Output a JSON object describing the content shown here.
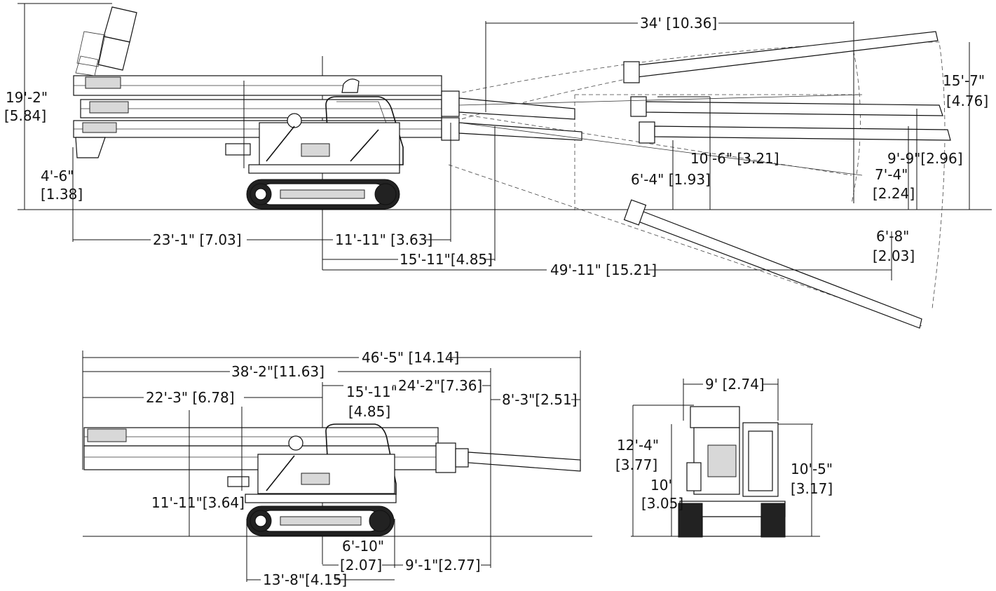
{
  "side_view": {
    "overall_height": "19'-2\"",
    "overall_height_m": "[5.84]",
    "boom_base_height": "4'-6\"",
    "boom_base_height_m": "[1.38]",
    "rear_reach": "23'-1\" [7.03]",
    "front_reach_1": "11'-11\" [3.63]",
    "front_reach_2": "15'-11\"[4.85]",
    "max_reach": "49'-11\" [15.21]",
    "telescope_travel": "34' [10.36]",
    "height_upper": "15'-7\"",
    "height_upper_m": "[4.76]",
    "height_mid": "10'-6\" [3.21]",
    "height_low": "6'-4\" [1.93]",
    "height_mid_right": "9'-9\"[2.96]",
    "height_7ft": "7'-4\"",
    "height_7ft_m": "[2.24]",
    "depth_below": "6'-8\"",
    "depth_below_m": "[2.03]"
  },
  "transport_view": {
    "overall_length": "46'-5\" [14.14]",
    "length_38": "38'-2\"[11.63]",
    "length_22": "22'-3\" [6.78]",
    "length_15": "15'-11\"",
    "length_15_m": "[4.85]",
    "length_24": "24'-2\"[7.36]",
    "length_8": "8'-3\"[2.51]",
    "height_11": "11'-11\"[3.64]",
    "track_6": "6'-10\"",
    "track_6_m": "[2.07]",
    "track_9": "9'-1\"[2.77]",
    "track_13": "13'-8\"[4.15]"
  },
  "front_view": {
    "width": "9' [2.74]",
    "height_12": "12'-4\"",
    "height_12_m": "[3.77]",
    "height_10": "10'",
    "height_10_m": "[3.05]",
    "height_10_5": "10'-5\"",
    "height_10_5_m": "[3.17]"
  }
}
